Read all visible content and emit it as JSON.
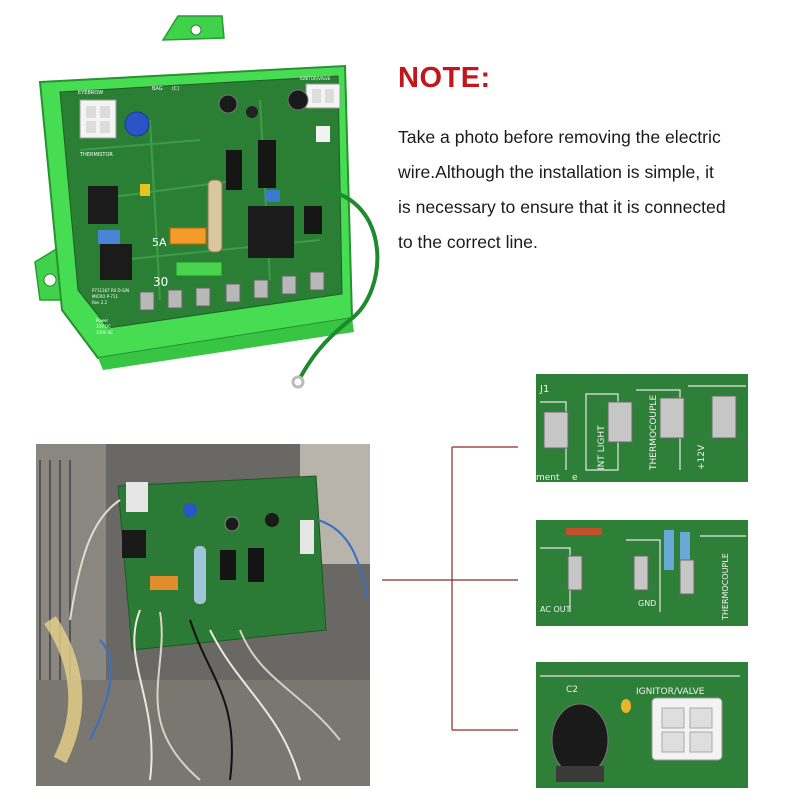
{
  "note": {
    "title": "NOTE:",
    "lines": [
      "Take a photo before removing the electric",
      "wire.Although the installation is simple, it",
      "is necessary to ensure that it is connected",
      "to the correct line."
    ]
  },
  "board": {
    "labels": {
      "eyebrow": "EYEBROW",
      "bag": "BAG",
      "c": "(C)",
      "ignitor": "IGNITOR/VALVE",
      "thermistor": "THERMISTOR",
      "fuse5": "5A",
      "fuse30": "30",
      "model": "P711367 R0 D-S/N",
      "model2": "MICRO P-711",
      "rev": "Rev 2.2",
      "power": "Power",
      "power2": "12V DC",
      "power3": "120V AC"
    }
  },
  "closeups": {
    "top": {
      "j1": "J1",
      "int_light": "INT LIGHT",
      "thermocouple": "THERMOCOUPLE",
      "v12": "+12V",
      "ement": "ment",
      "e": "e"
    },
    "middle": {
      "ac_out": "AC OUT",
      "gnd": "GND",
      "thermocouple": "THERMOCOUPLE"
    },
    "bottom": {
      "c2": "C2",
      "ignitor": "IGNITOR/VALVE"
    }
  },
  "colors": {
    "note_red": "#c0161c",
    "connector_line": "#8b2a2a",
    "board_green": "#2f8a3a",
    "housing_green": "#4fe05a"
  }
}
